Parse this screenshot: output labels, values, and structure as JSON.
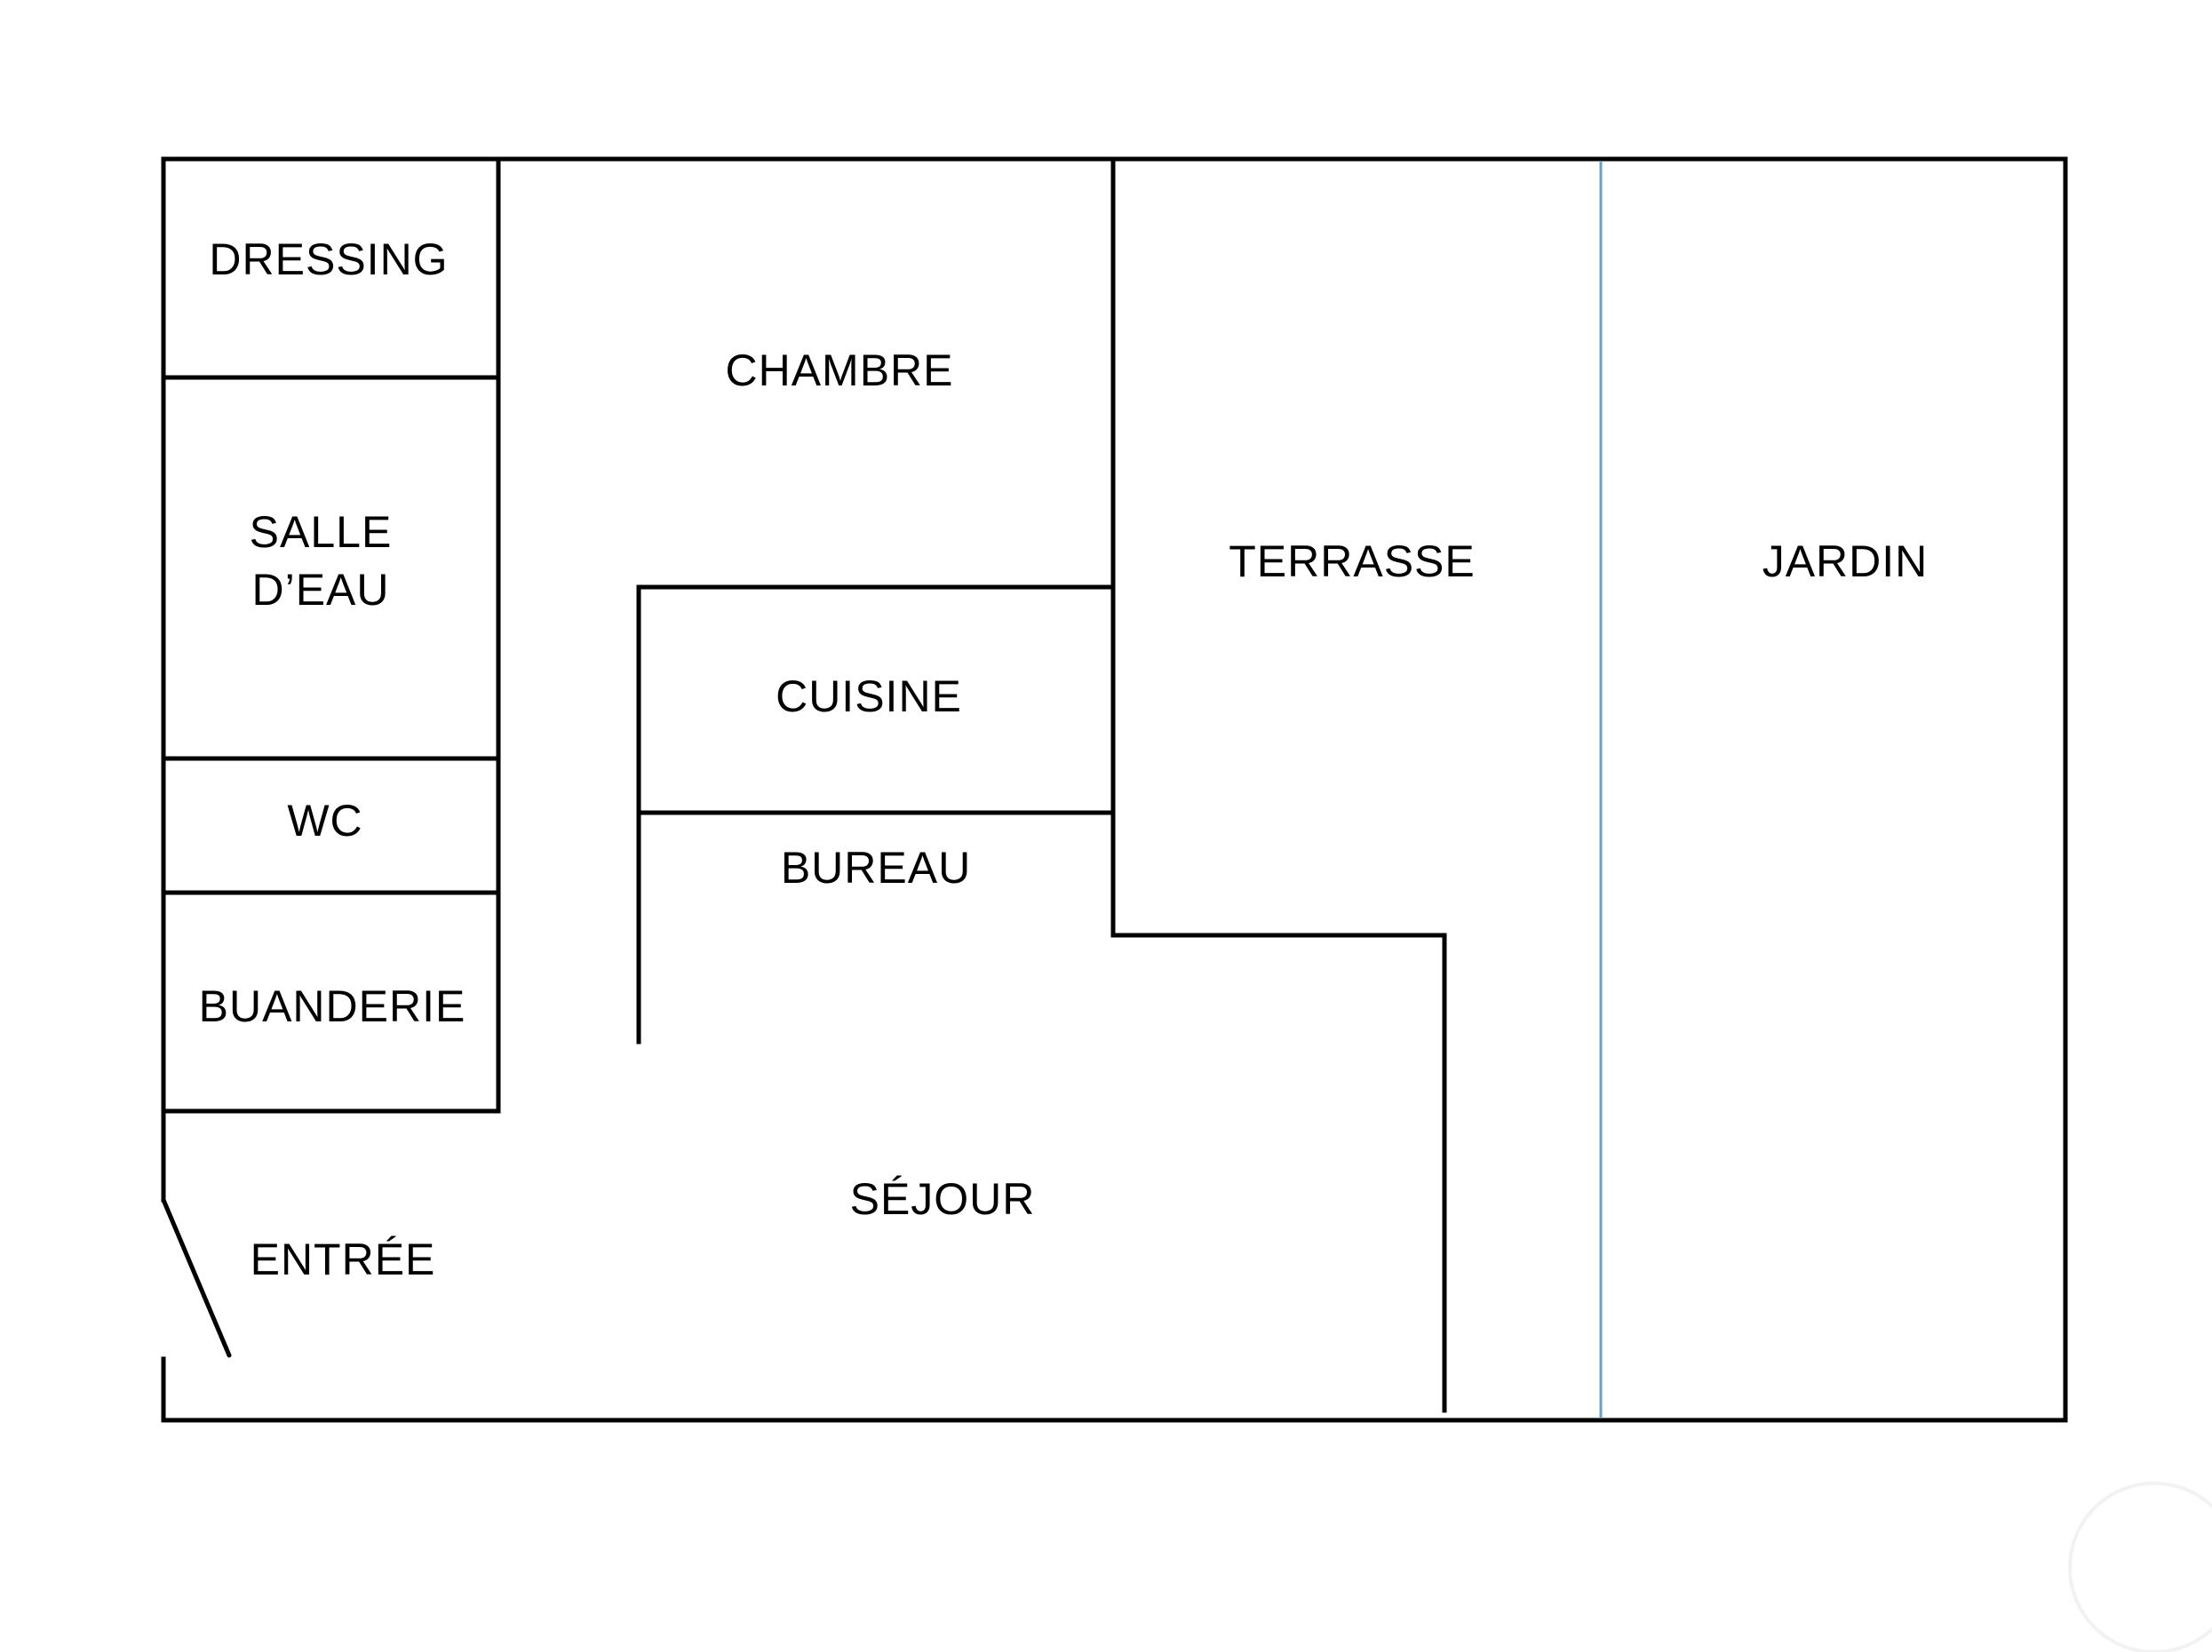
{
  "floor_plan": {
    "rooms": {
      "dressing": "DRESSING",
      "salle_deau": [
        "SALLE",
        "D’EAU"
      ],
      "wc": "WC",
      "buanderie": "BUANDERIE",
      "entree": "ENTRÉE",
      "chambre": "CHAMBRE",
      "cuisine": "CUISINE",
      "bureau": "BUREAU",
      "sejour": "SÉJOUR",
      "terrasse": "TERRASSE",
      "jardin": "JARDIN"
    },
    "colors": {
      "walls": "#000000",
      "property_divider": "#6a9fc4",
      "background": "#ffffff"
    }
  }
}
